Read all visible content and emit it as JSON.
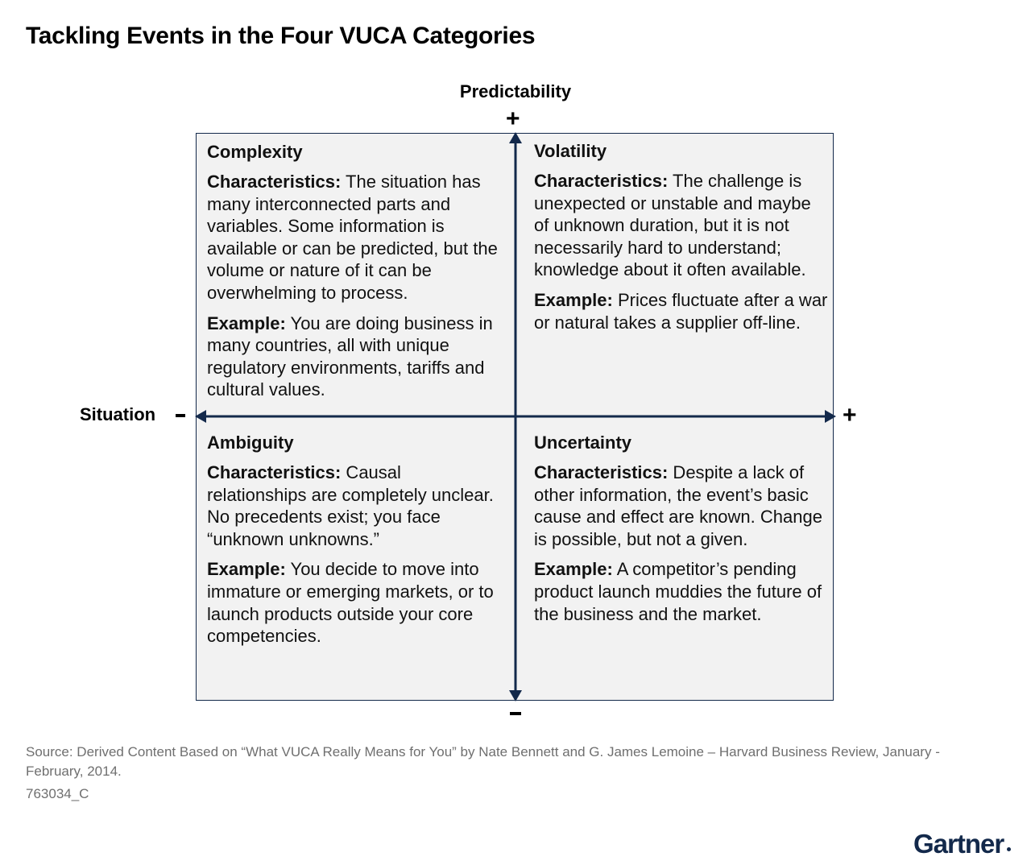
{
  "title": "Tackling Events in the Four VUCA Categories",
  "axes": {
    "vertical_label": "Predictability",
    "horizontal_label": "Situation",
    "top_sign": "+",
    "bottom_sign": "-",
    "left_sign": "-",
    "right_sign": "+"
  },
  "colors": {
    "navy": "#13294b",
    "quadrant_fill": "#f2f2f2",
    "source_text": "#6f6f6f"
  },
  "quadrants": {
    "complexity": {
      "title": "Complexity",
      "char_label": "Characteristics:",
      "char_text": " The situation has many interconnected parts and variables. Some information is available or can be predicted, but the volume or nature of it can be overwhelming to process.",
      "example_label": "Example:",
      "example_text": " You are doing business in many countries, all with unique regulatory environments, tariffs and cultural values."
    },
    "volatility": {
      "title": "Volatility",
      "char_label": "Characteristics:",
      "char_text": " The challenge is unexpected or unstable and maybe of unknown duration, but it is not necessarily hard to understand; knowledge about it often available.",
      "example_label": "Example:",
      "example_text": " Prices fluctuate after a war or natural takes a supplier off-line."
    },
    "ambiguity": {
      "title": "Ambiguity",
      "char_label": "Characteristics:",
      "char_text": " Causal relationships are completely unclear. No precedents exist; you face “unknown unknowns.”",
      "example_label": "Example:",
      "example_text": " You decide to move into immature or emerging markets, or to launch products outside your core competencies."
    },
    "uncertainty": {
      "title": "Uncertainty",
      "char_label": "Characteristics:",
      "char_text": " Despite a lack of other information, the event’s basic cause and effect are known. Change is possible, but not a given.",
      "example_label": "Example:",
      "example_text": " A competitor’s pending product launch muddies the future of the business and the market."
    }
  },
  "source": "Source: Derived Content Based on “What VUCA Really Means for You” by Nate Bennett and G. James Lemoine – Harvard Business Review, January - February, 2014.",
  "doc_id": "763034_C",
  "logo": "Gartner"
}
